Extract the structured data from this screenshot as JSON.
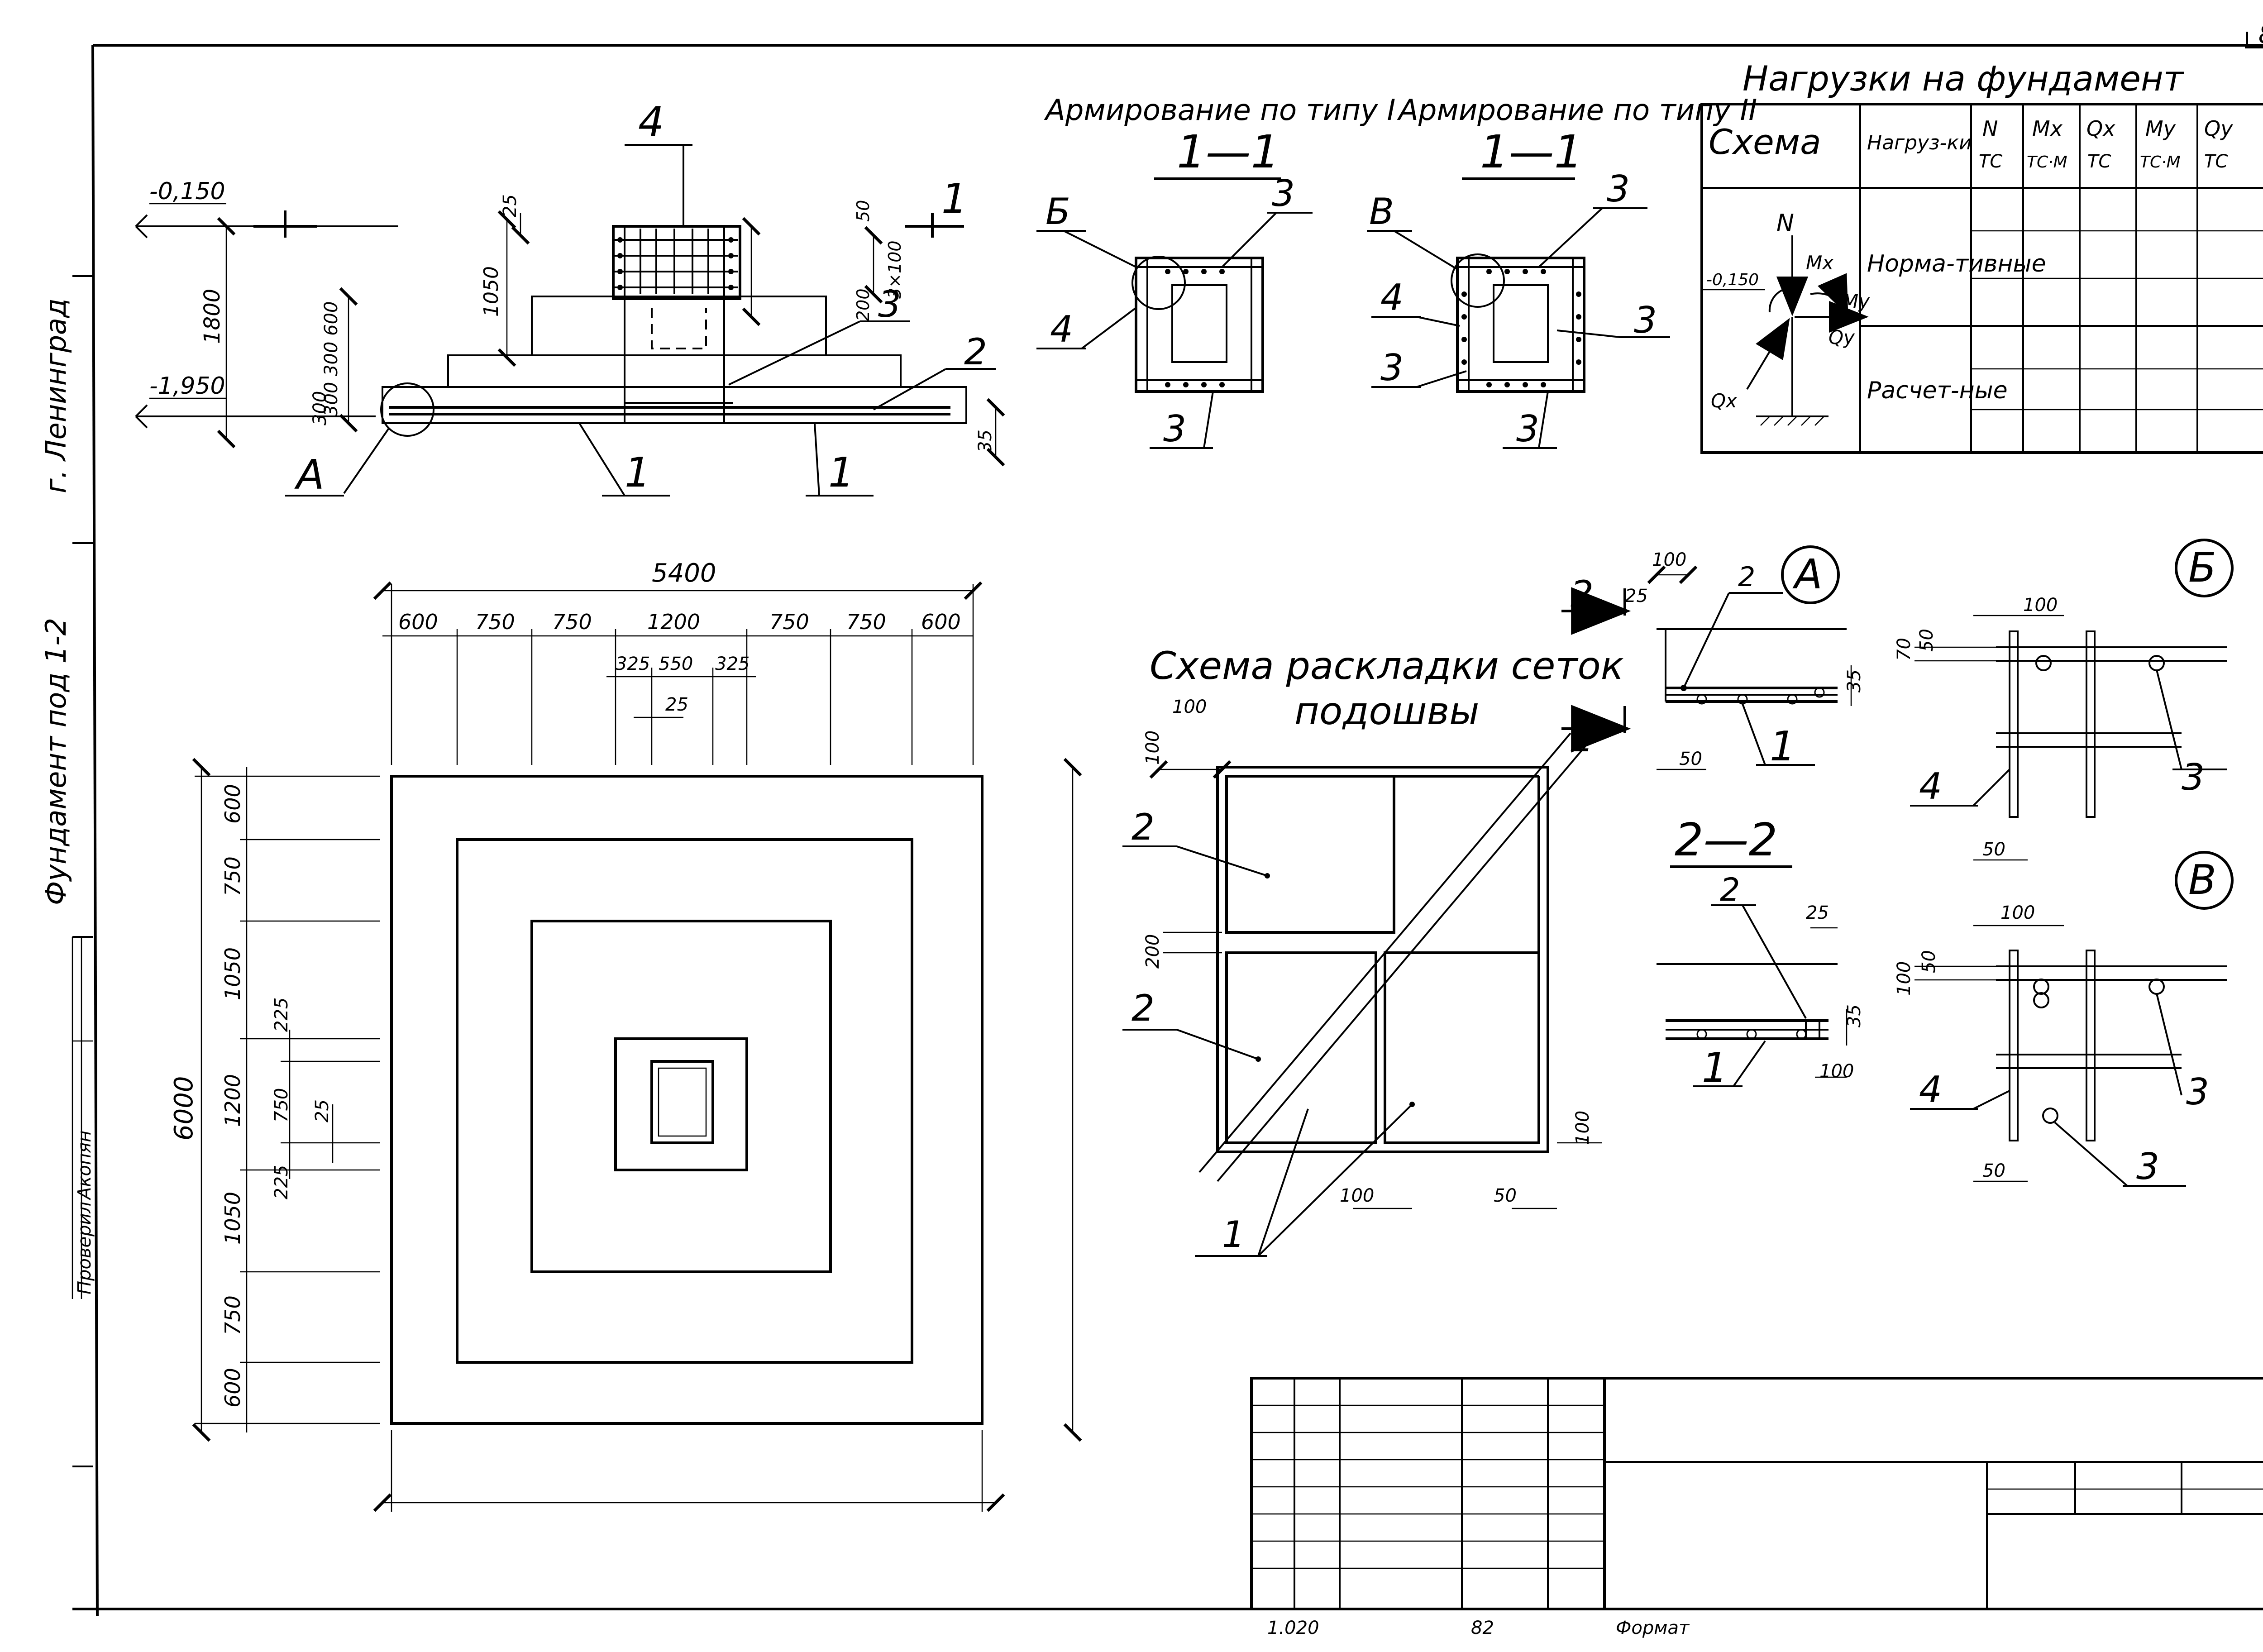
{
  "sheet": {
    "page_number": "82",
    "side_city": "г. Ленинград",
    "side_subject": "Фундамент под 1-2",
    "side_name": "Акопян",
    "side_role": "Проверил"
  },
  "elevation": {
    "level_top": "-0,150",
    "level_bottom": "-1,950",
    "height_total": "1800",
    "height_1050": "1050",
    "steps_left": "300 300 600",
    "steps_bottom": "300",
    "cover_25": "25",
    "dim_50": "50",
    "dim_3x100": "3×100",
    "dim_200": "200",
    "dim_35": "35",
    "section_mark": "1",
    "callout_A": "А",
    "leaders": [
      "4",
      "3",
      "2",
      "1",
      "1"
    ]
  },
  "reinf_titles": {
    "type1": "Армирование по типу I",
    "type2": "Армирование по типу II",
    "section": "1—1"
  },
  "sec1": {
    "marks": [
      "Б",
      "3",
      "4",
      "3"
    ]
  },
  "sec2": {
    "marks": [
      "В",
      "3",
      "4",
      "3",
      "3",
      "3"
    ]
  },
  "loads": {
    "title": "Нагрузки на фундамент",
    "col_scheme": "Схема",
    "col_loads": "Нагруз-ки",
    "columns": [
      {
        "sym": "N",
        "unit": "ТС"
      },
      {
        "sym": "Mx",
        "unit": "ТС·М"
      },
      {
        "sym": "Qx",
        "unit": "ТС"
      },
      {
        "sym": "My",
        "unit": "ТС·М"
      },
      {
        "sym": "Qy",
        "unit": "ТС"
      }
    ],
    "row1": "Норма-тивные",
    "row2": "Расчет-ные",
    "diagram": {
      "N": "N",
      "Mx": "Mx",
      "My": "My",
      "Qx": "Qx",
      "Qy": "Qy",
      "level": "-0,150"
    }
  },
  "plan": {
    "overall_width": "5400",
    "width_segments": [
      "600",
      "750",
      "750",
      "1200",
      "750",
      "750",
      "600"
    ],
    "column_segments": [
      "325",
      "550",
      "325"
    ],
    "column_gap": "25",
    "overall_height": "6000",
    "height_segments": [
      "600",
      "750",
      "1050",
      "1200",
      "1050",
      "750",
      "600"
    ],
    "col_225_top": "225",
    "col_750": "750",
    "col_225_bottom": "225",
    "col_25": "25"
  },
  "mesh": {
    "title_line1": "Схема раскладки сеток",
    "title_line2": "подошвы",
    "dim_100_top": "100",
    "dim_200": "200",
    "dim_100_right": "100",
    "dim_100_bottom": "100",
    "dim_50": "50",
    "labels": [
      "2",
      "2",
      "1"
    ]
  },
  "detailA": {
    "callout": "А",
    "cut": "2",
    "dim_100": "100",
    "dim_25": "25",
    "dim_35": "35",
    "dim_50": "50",
    "labels": [
      "2",
      "1"
    ]
  },
  "section22": {
    "title": "2—2",
    "dim_25": "25",
    "dim_35": "35",
    "dim_100": "100",
    "labels": [
      "2",
      "1"
    ]
  },
  "detailB": {
    "callout": "Б",
    "dim_100": "100",
    "dim_70": "70",
    "dim_50_top": "50",
    "dim_50_bot": "50",
    "labels": [
      "4",
      "3"
    ]
  },
  "detailV": {
    "callout": "В",
    "dim_100": "100",
    "dim_100_side": "100",
    "dim_50_top": "50",
    "dim_50_bot": "50",
    "labels": [
      "4",
      "3",
      "3"
    ]
  },
  "stamp": {
    "code": "1.020",
    "sheet": "82",
    "format": "Формат"
  }
}
